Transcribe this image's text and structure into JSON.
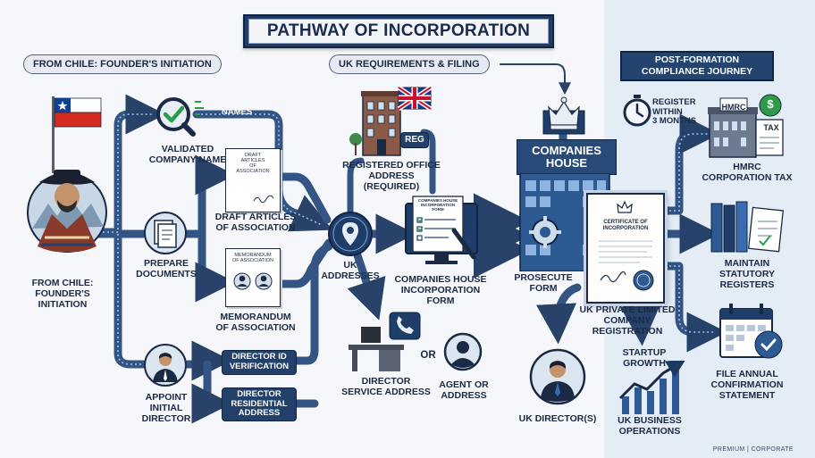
{
  "title": "PATHWAY OF INCORPORATION",
  "phases": {
    "chile": "FROM CHILE: FOUNDER'S INITIATION",
    "uk": "UK REQUIREMENTS & FILING",
    "post": "POST-FORMATION\nCOMPLIANCE JOURNEY"
  },
  "nodes": {
    "founder": "FROM CHILE:\nFOUNDER'S\nINITIATION",
    "names": "NAMES",
    "validated": "VALIDATED\nCOMPANY NAME",
    "prepare": "PREPARE\nDOCUMENTS",
    "draft_doc": "DRAFT\nARTICLES\nOF\nASSOCIATION",
    "draft": "DRAFT ARTICLES\nOF ASSOCIATION",
    "memo_doc": "MEMORANDUM\nOF ASSOCIATION",
    "memo": "MEMORANDUM\nOF ASSOCIATION",
    "appoint": "APPOINT\nINITIAL\nDIRECTOR",
    "director_id": "DIRECTOR ID\nVERIFICATION",
    "director_res": "DIRECTOR\nRESIDENTIAL\nADDRESS",
    "reg_tag": "REG",
    "registered_office": "REGISTERED OFFICE\nADDRESS\n(REQUIRED)",
    "uk_addresses": "UK\nADDRESSES",
    "form_doc": "COMPANIES HOUSE\nINCORPORATION\nFORM",
    "form": "COMPANIES HOUSE\nINCORPORATION\nFORM",
    "service": "DIRECTOR\nSERVICE ADDRESS",
    "or": "OR",
    "agent": "AGENT OR\nADDRESS",
    "companies_house": "COMPANIES\nHOUSE",
    "prosecute": "PROSECUTE\nFORM",
    "cert_title": "CERTIFICATE OF\nINCORPORATION",
    "ltd": "UK PRIVATE LIMITED\nCOMPANY\nREGISTRATION",
    "uk_directors": "UK DIRECTOR(S)",
    "startup": "STARTUP\nGROWTH",
    "business": "UK BUSINESS\nOPERATIONS",
    "register": "REGISTER\nWITHIN\n3 MONTHS",
    "hmrc_sign": "HMRC",
    "tax_sign": "TAX",
    "hmrc": "HMRC\nCORPORATION TAX",
    "statutory": "MAINTAIN\nSTATUTORY\nREGISTERS",
    "annual": "FILE ANNUAL\nCONFIRMATION\nSTATEMENT"
  },
  "footer": "PREMIUM | CORPORATE"
}
